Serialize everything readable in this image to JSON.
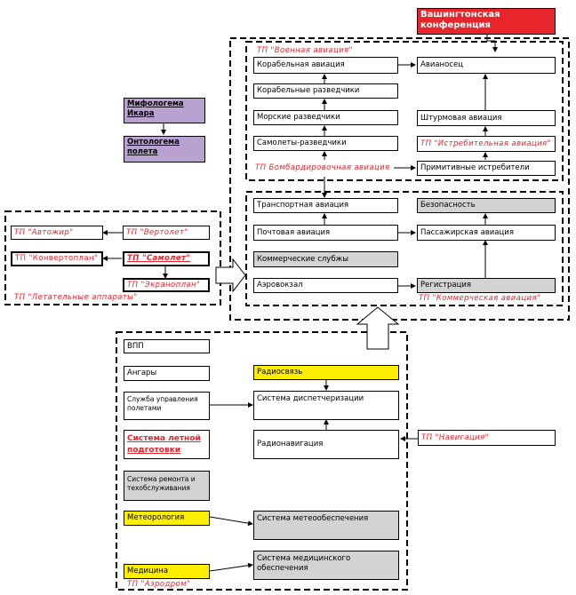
{
  "nodes": {
    "washington": "Вашингтонская конференция",
    "myth_icarus": "Мифологема Икара",
    "ontologema": "Онтологема полета",
    "ship_aviation": "Корабельная авиация",
    "carrier": "Авианосец",
    "ship_scouts": "Корабельные разведчики",
    "sea_scouts": "Морские разведчики",
    "assault_aviation": "Штурмовая авиация",
    "recon_planes": "Самолеты-разведчики",
    "tp_fighter": "ТП \"Истребительная авиация\"",
    "tp_bomber": "ТП Бомбардировочная авиация",
    "primitive_fighters": "Примитивные истребители",
    "transport": "Транспортная авиация",
    "safety": "Безопасность",
    "mail": "Почтовая авиация",
    "passenger": "Пассажирская авиация",
    "commercial_services": "Коммерческие слубжы",
    "airport_station": "Аэровокзал",
    "registration": "Регистрация",
    "tp_autogyro": "ТП \"Автожир\"",
    "tp_helicopter": "ТП \"Вертолет\"",
    "tp_convertiplane": "ТП \"Конвертоплан\"",
    "tp_airplane": "ТП \"Самолет\"",
    "tp_ekranoplan": "ТП \"Экраноплан\"",
    "vpp": "ВПП",
    "hangars": "Ангары",
    "flight_control": "Служба управления полетами",
    "radio": "Радиосвязь",
    "dispatch": "Система диспетчеризации",
    "flight_training": "Система летной подготовки",
    "radionav": "Радионавигация",
    "tp_navigation": "ТП \"Навигация\"",
    "repair": "Система ремонта и техобслуживания",
    "meteorology": "Метеорология",
    "meteo_system": "Система метеообеспечения",
    "medicine": "Медицина",
    "medical_system": "Система медицинского обеспечения"
  },
  "group_labels": {
    "military": "ТП \"Военная авиация\"",
    "commercial": "ТП \"Коммерческая авиация\"",
    "aircraft": "ТП \"Летательные аппараты\"",
    "aerodrome": "ТП \"Аэродром\""
  },
  "colors": {
    "red": "#e8252b",
    "yellow": "#ffee00",
    "gray": "#d3d3d3",
    "purple": "#b9a1d1"
  }
}
